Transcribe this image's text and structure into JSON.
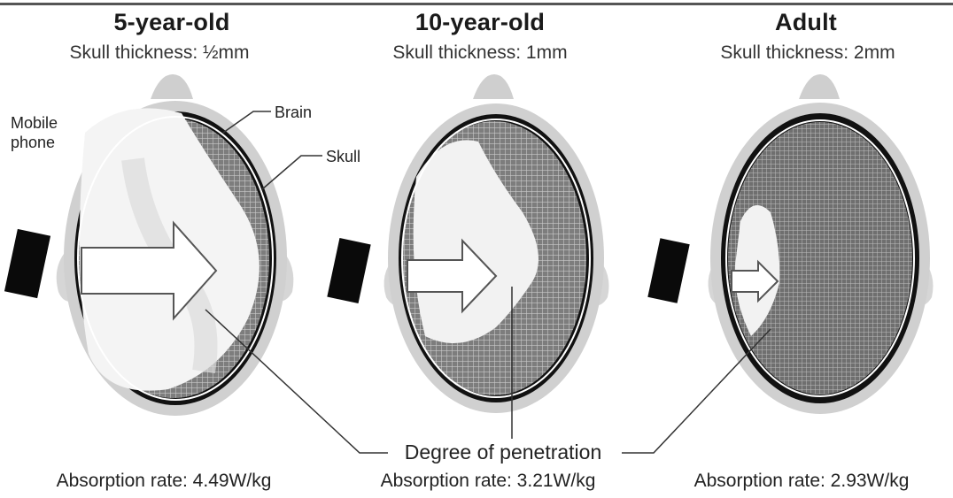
{
  "panels": [
    {
      "title": "5-year-old",
      "subtitle": "Skull thickness: ½mm",
      "absorption": "Absorption rate: 4.49W/kg"
    },
    {
      "title": "10-year-old",
      "subtitle": "Skull thickness: 1mm",
      "absorption": "Absorption rate: 3.21W/kg"
    },
    {
      "title": "Adult",
      "subtitle": "Skull thickness: 2mm",
      "absorption": "Absorption rate: 2.93W/kg"
    }
  ],
  "labels": {
    "mobile_phone_line1": "Mobile",
    "mobile_phone_line2": "phone",
    "brain": "Brain",
    "skull": "Skull",
    "penetration": "Degree of penetration"
  }
}
